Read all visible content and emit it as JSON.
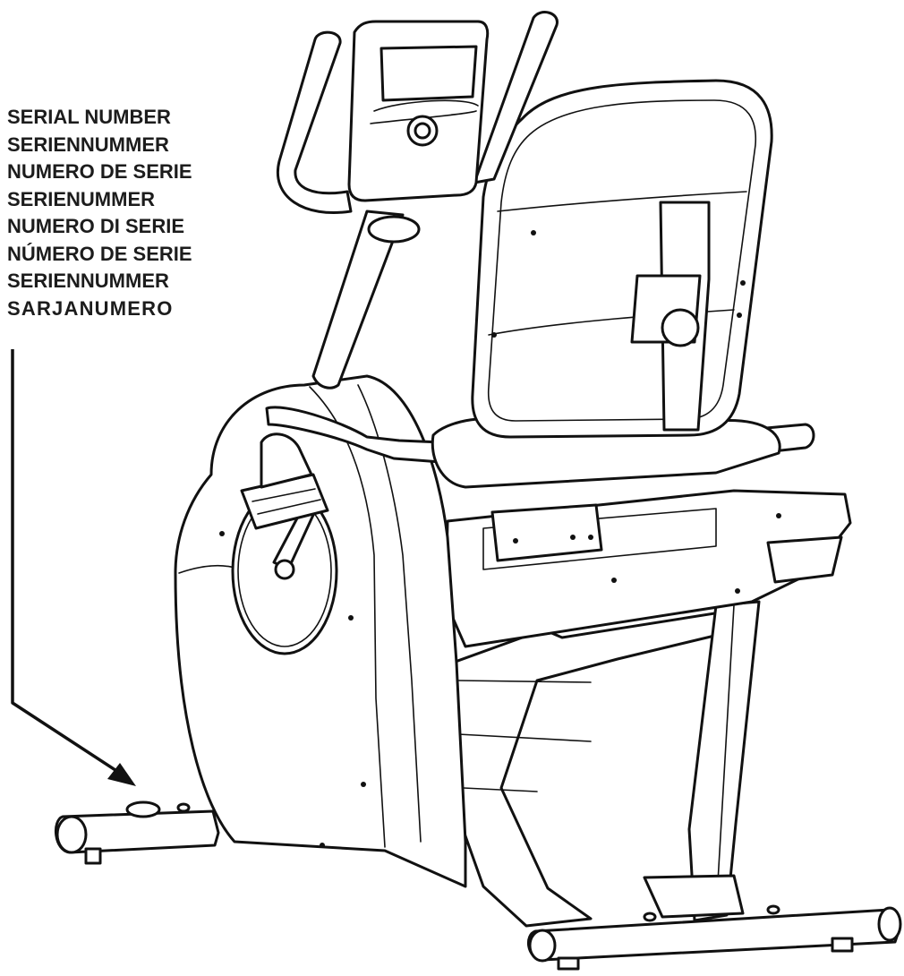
{
  "serial_label": {
    "lines": [
      "SERIAL NUMBER",
      "SERIENNUMMER",
      "NUMERO DE SERIE",
      "SERIENUMMER",
      "NUMERO DI SERIE",
      "NÚMERO DE SERIE",
      "SERIENNUMMER",
      "SARJANUMERO"
    ]
  }
}
